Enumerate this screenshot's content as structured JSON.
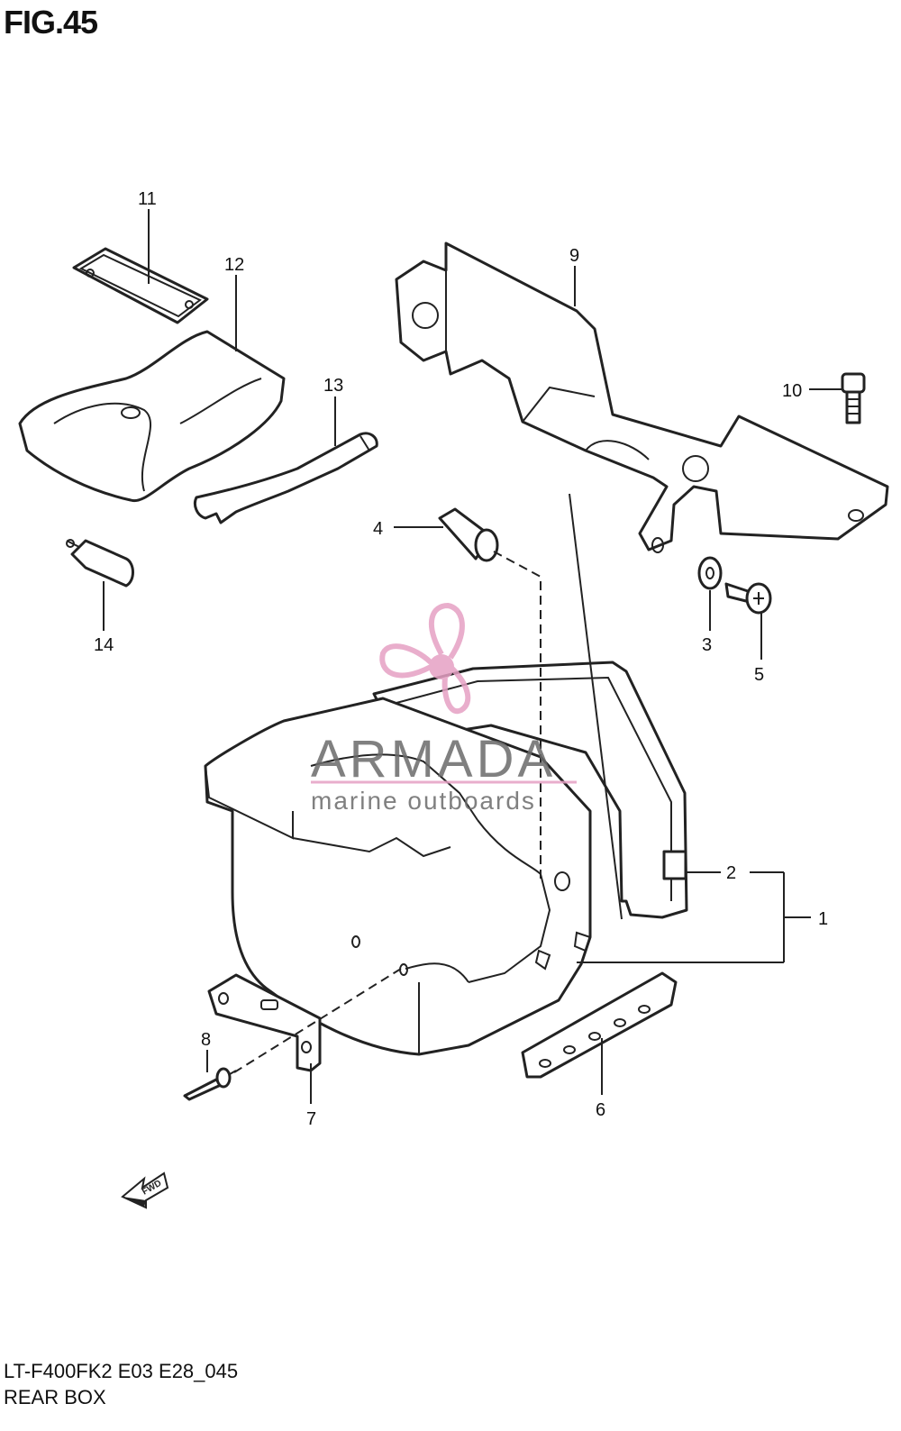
{
  "figure": {
    "title": "FIG.45",
    "model_code": "LT-F400FK2 E03 E28_045",
    "section_name": "REAR BOX"
  },
  "callouts": [
    "1",
    "2",
    "3",
    "4",
    "5",
    "6",
    "7",
    "8",
    "9",
    "10",
    "11",
    "12",
    "13",
    "14"
  ],
  "watermark": {
    "brand": "ARMADA",
    "tagline": "marine outboards",
    "color_pink": "#e6a0c4",
    "color_gray": "#6b6b6b"
  },
  "fwd_arrow": {
    "label": "FWD",
    "icon": "fwd-arrow-icon"
  }
}
